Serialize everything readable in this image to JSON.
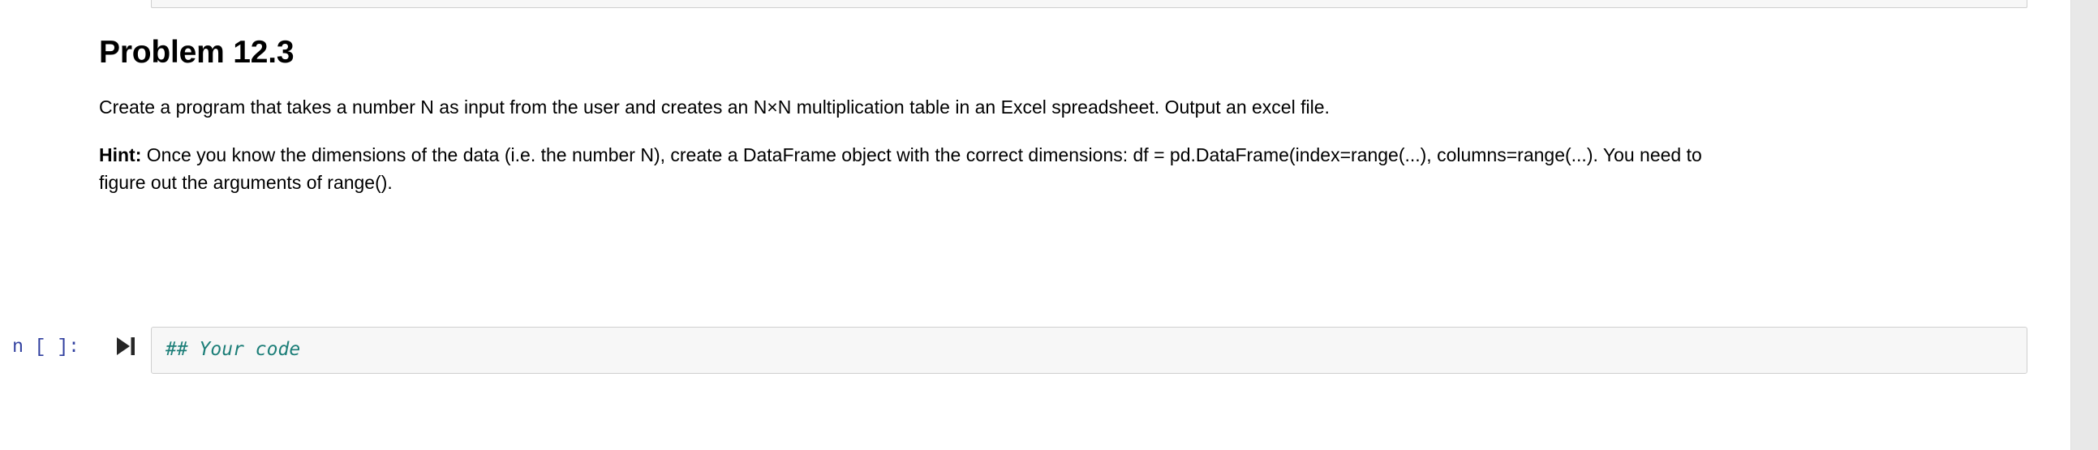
{
  "notebook": {
    "markdown_cell": {
      "heading": "Problem 12.3",
      "paragraph_1": "Create a program that takes a number N as input from the user and creates an N×N multiplication table in an Excel spreadsheet. Output an excel file.",
      "paragraph_2_label": "Hint:",
      "paragraph_2_body": " Once you know the dimensions of the data (i.e. the number N), create a DataFrame object with the correct dimensions: df = pd.DataFrame(index=range(...), columns=range(...). You need to figure out the arguments of range()."
    },
    "code_cell": {
      "prompt": "n [ ]:",
      "run_icon_name": "step-forward-icon",
      "source": "## Your code"
    },
    "colors": {
      "prompt_blue": "#303f9f",
      "comment_teal": "#1c7e78",
      "cell_background": "#f7f7f7",
      "cell_border": "#cfcfcf",
      "scrollbar_track": "#e8e8e8"
    }
  }
}
